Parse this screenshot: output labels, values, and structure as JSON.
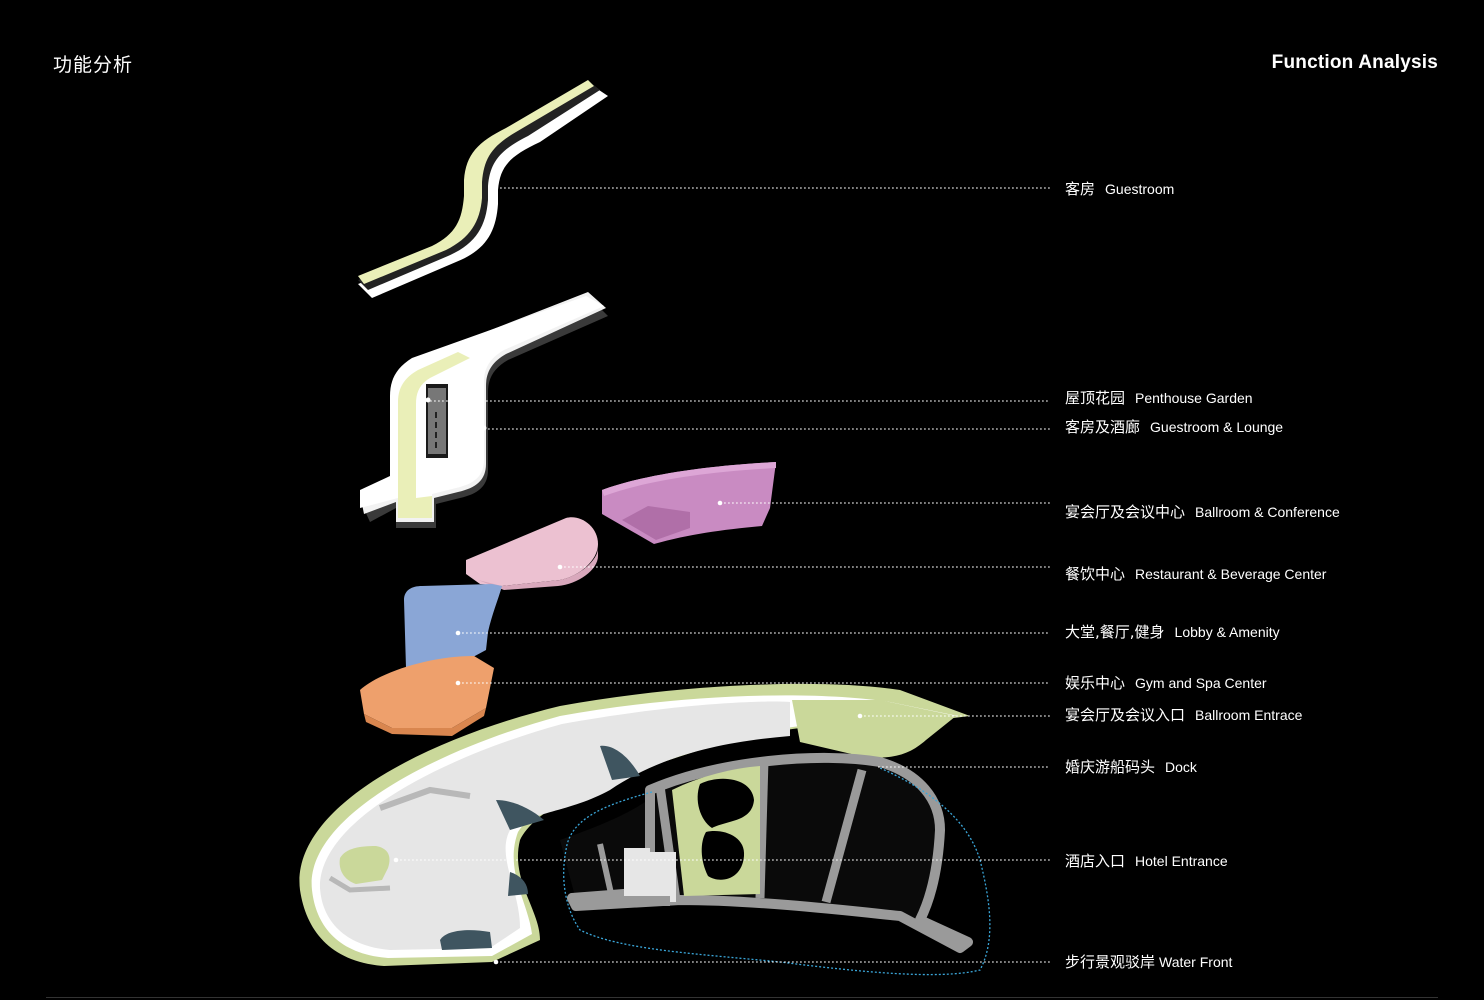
{
  "header": {
    "title_cn": "功能分析",
    "title_en": "Function Analysis"
  },
  "colors": {
    "background": "#000000",
    "guestroom_yellow": "#eaefb8",
    "ballroom_purple": "#c98bc2",
    "restaurant_pink": "#ecc1d1",
    "lobby_blue": "#8aa6d6",
    "gym_orange": "#eea06c",
    "landscape_green": "#cad89a",
    "floor_grey": "#e6e6e6",
    "path_grey": "#9a9a9a",
    "water_window": "#3f5560",
    "waterline_blue": "#3aa6d9"
  },
  "labels": [
    {
      "id": "guestroom",
      "cn": "客房",
      "en": "Guestroom"
    },
    {
      "id": "penthouse",
      "cn": "屋顶花园",
      "en": "Penthouse Garden"
    },
    {
      "id": "lounge",
      "cn": "客房及酒廊",
      "en": "Guestroom & Lounge"
    },
    {
      "id": "ballroom",
      "cn": "宴会厅及会议中心",
      "en": "Ballroom & Conference"
    },
    {
      "id": "restaurant",
      "cn": "餐饮中心",
      "en": "Restaurant & Beverage Center"
    },
    {
      "id": "lobby",
      "cn": "大堂,餐厅,健身",
      "en": "Lobby & Amenity"
    },
    {
      "id": "gym",
      "cn": "娱乐中心",
      "en": "Gym and Spa Center"
    },
    {
      "id": "ballroom-entrance",
      "cn": "宴会厅及会议入口",
      "en": "Ballroom Entrace"
    },
    {
      "id": "dock",
      "cn": "婚庆游船码头",
      "en": "Dock"
    },
    {
      "id": "hotel-entrance",
      "cn": "酒店入口",
      "en": "Hotel Entrance"
    },
    {
      "id": "waterfront",
      "cn": "步行景观驳岸",
      "en": "Water Front"
    }
  ]
}
